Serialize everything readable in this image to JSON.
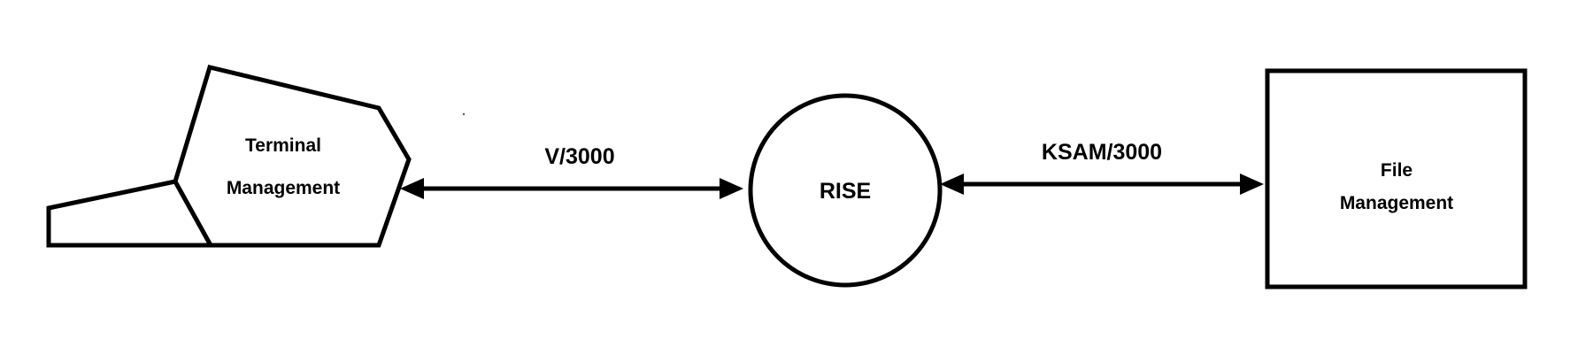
{
  "nodes": {
    "terminal": {
      "line1": "Terminal",
      "line2": "Management"
    },
    "rise": {
      "label": "RISE"
    },
    "file": {
      "line1": "File",
      "line2": "Management"
    }
  },
  "connections": {
    "left": {
      "label": "V/3000"
    },
    "right": {
      "label": "KSAM/3000"
    }
  },
  "colors": {
    "stroke": "#000000",
    "background": "#ffffff"
  }
}
